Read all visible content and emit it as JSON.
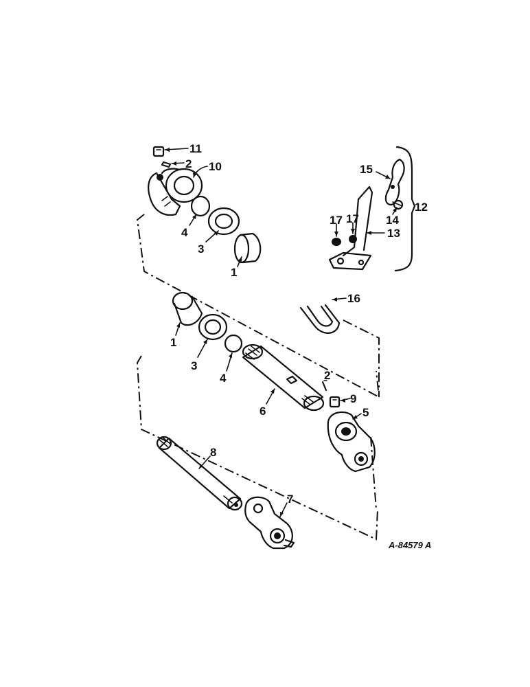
{
  "diagram": {
    "reference_code": "A-84579 A",
    "callouts": [
      {
        "id": "c11",
        "text": "11"
      },
      {
        "id": "c2a",
        "text": "2"
      },
      {
        "id": "c10",
        "text": "10"
      },
      {
        "id": "c4a",
        "text": "4"
      },
      {
        "id": "c3a",
        "text": "3"
      },
      {
        "id": "c1a",
        "text": "1"
      },
      {
        "id": "c15",
        "text": "15"
      },
      {
        "id": "c14",
        "text": "14"
      },
      {
        "id": "c12",
        "text": "12"
      },
      {
        "id": "c17a",
        "text": "17"
      },
      {
        "id": "c17b",
        "text": "17"
      },
      {
        "id": "c13",
        "text": "13"
      },
      {
        "id": "c16",
        "text": "16"
      },
      {
        "id": "c1b",
        "text": "1"
      },
      {
        "id": "c3b",
        "text": "3"
      },
      {
        "id": "c4b",
        "text": "4"
      },
      {
        "id": "c2b",
        "text": "2"
      },
      {
        "id": "c9",
        "text": "9"
      },
      {
        "id": "c6",
        "text": "6"
      },
      {
        "id": "c5",
        "text": "5"
      },
      {
        "id": "c8",
        "text": "8"
      },
      {
        "id": "c7",
        "text": "7"
      }
    ]
  }
}
